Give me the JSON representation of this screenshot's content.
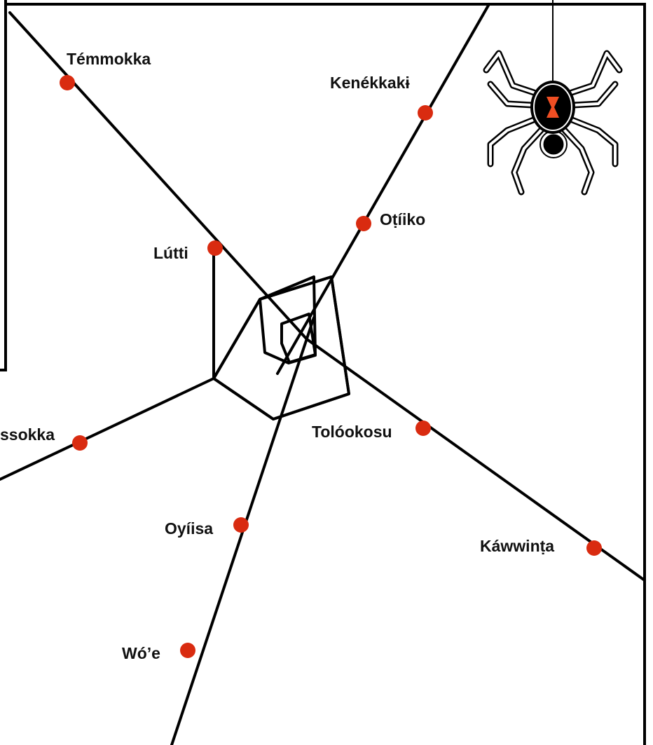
{
  "colors": {
    "background": "#ffffff",
    "line": "#000000",
    "dot": "#d92b10",
    "spider_body": "#000000",
    "spider_mark": "#f04e23"
  },
  "icons": {
    "spider": "spider-icon"
  },
  "labels": {
    "temmokka": "Témmokka",
    "kenekkaki": "Kenékkakɨ",
    "otiiko": "Oṭíiko",
    "lutti": "Lútti",
    "ssokka": "ssokka",
    "tolookosu": "Tolóokosu",
    "oyiisa": "Oyíisa",
    "kawwinta": "Káwwinṭa",
    "woe": "Wó’e"
  }
}
